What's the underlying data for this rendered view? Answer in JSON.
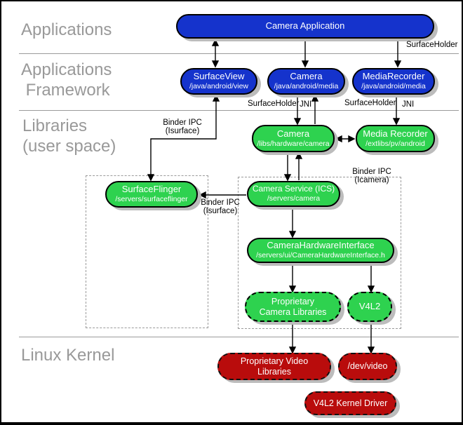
{
  "layer_labels": {
    "applications": "Applications",
    "framework": "Applications\n Framework",
    "libraries": "Libraries\n(user space)",
    "kernel": "Linux Kernel"
  },
  "nodes": {
    "camera_application": {
      "title": "Camera Application"
    },
    "surfaceview": {
      "title": "SurfaceView",
      "path": "/java/android/view"
    },
    "camera_fw": {
      "title": "Camera",
      "path": "/java/android/media"
    },
    "mediarecorder_fw": {
      "title": "MediaRecorder",
      "path": "/java/android/media"
    },
    "camera_lib": {
      "title": "Camera",
      "path": "/libs/hardware/camera"
    },
    "media_recorder_lib": {
      "title": "Media Recorder",
      "path": "/extlibs/pv/android"
    },
    "surfaceflinger": {
      "title": "SurfaceFlinger",
      "path": "/servers/surfaceflinger"
    },
    "camera_service": {
      "title": "Camera Service (ICS)",
      "path": "/servers/camera"
    },
    "camera_hardware_interface": {
      "title": "CameraHardwareInterface",
      "path": "/servers/ui/CameraHardwareInterface.h"
    },
    "proprietary_camera_libraries": {
      "title": "Proprietary Camera Libraries"
    },
    "v4l2": {
      "title": "V4L2"
    },
    "proprietary_video_libraries": {
      "title": "Proprietary Video Libraries"
    },
    "dev_video": {
      "title": "/dev/video"
    },
    "v4l2_kernel_driver": {
      "title": "V4L2 Kernel Driver"
    }
  },
  "annotations": {
    "surfaceholder_top": "SurfaceHolder",
    "surfaceholder_camera": "SurfaceHolder",
    "jni_camera": "JNI",
    "surfaceholder_mediarecorder": "SurfaceHolder",
    "jni_mediarecorder": "JNI",
    "binder_ipc_surfaceview": "Binder IPC\n(Isurface)",
    "binder_ipc_surfaceflinger": "Binder IPC\n(Isurface)",
    "binder_ipc_icamera": "Binder IPC\n(Icamera)"
  },
  "colors": {
    "node_blue": "#1533cc",
    "node_green": "#2ed24f",
    "node_red": "#b90c0c",
    "layer_label": "#999999",
    "shadow": "#bcbcbc",
    "annotation": "#000000",
    "separator": "#9a9a9a"
  }
}
